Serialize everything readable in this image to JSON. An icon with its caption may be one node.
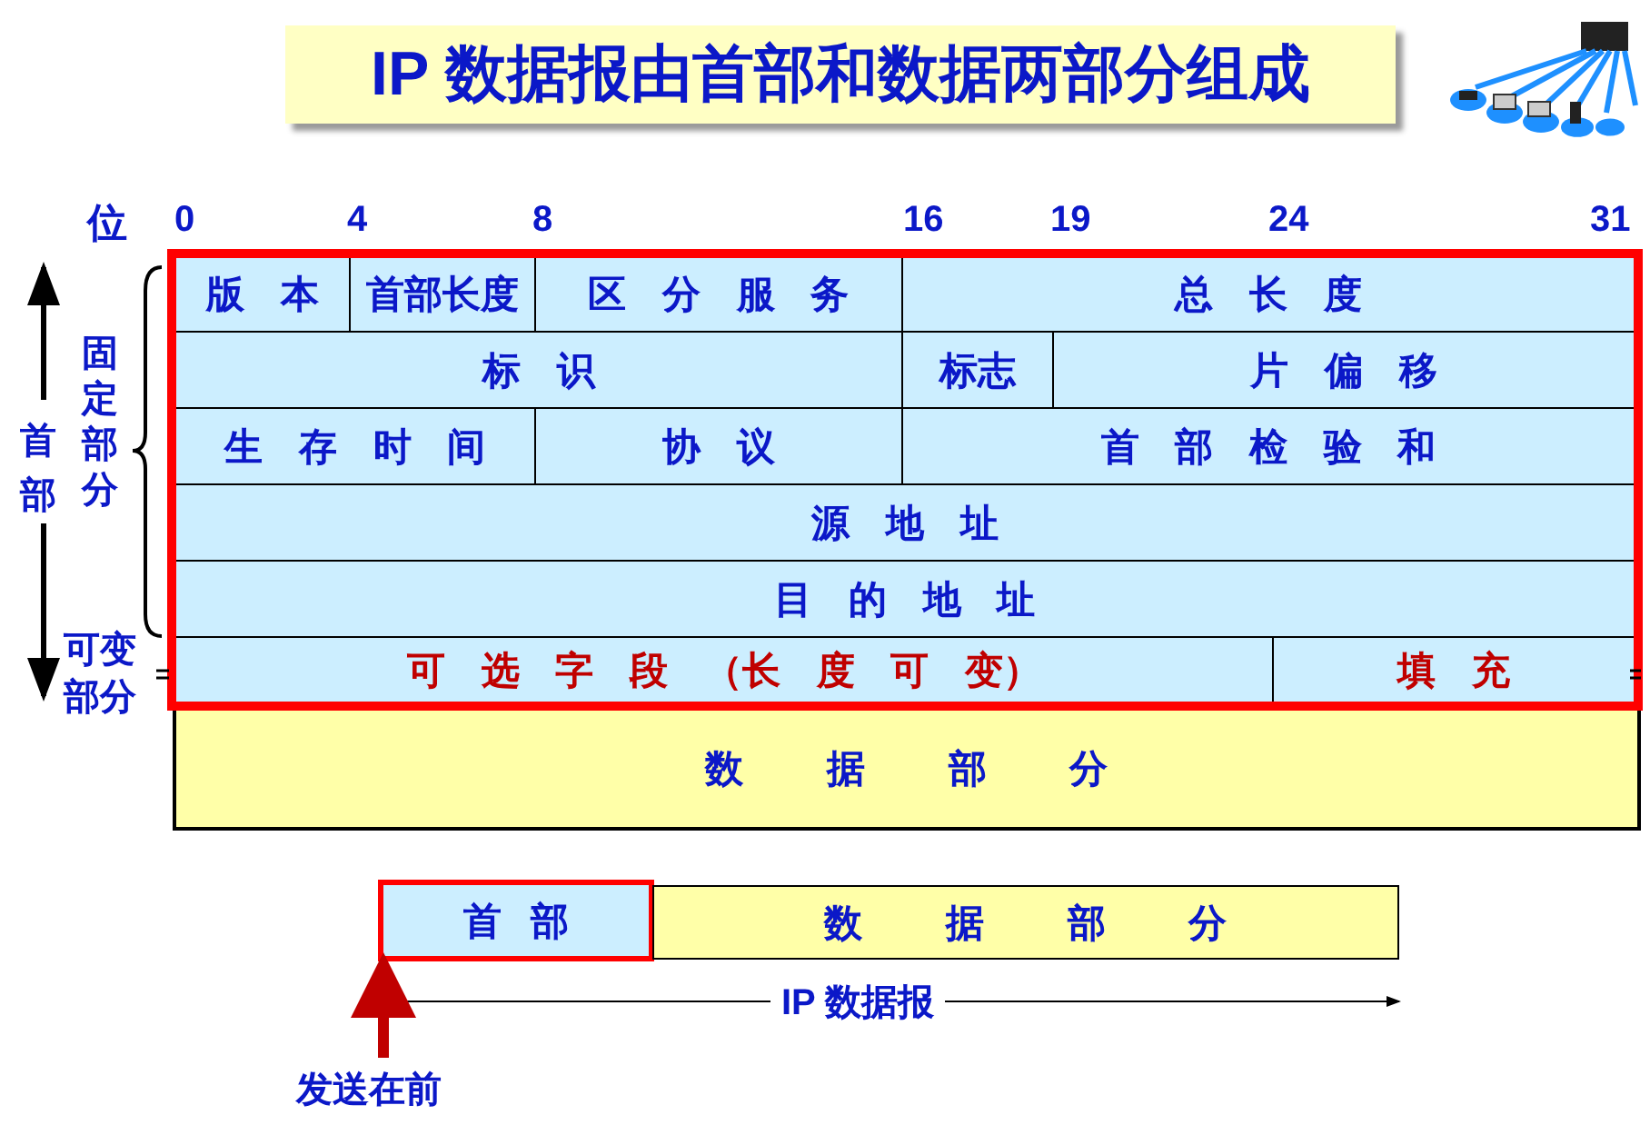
{
  "diagram": {
    "title": "IP 数据报由首部和数据两部分组成",
    "nodes": [
      {
        "text": [],
        "shape": "box"
      },
      {
        "text": [
          "版 本"
        ],
        "in": 0
      },
      {
        "text": [
          "首部长度"
        ],
        "in": 0
      },
      {
        "text": [
          "区 分 服 务"
        ],
        "in": 0
      },
      {
        "text": [
          "总 长 度"
        ],
        "in": 0
      },
      {
        "text": [
          "标 识"
        ],
        "in": 0
      },
      {
        "text": [
          "标志"
        ],
        "in": 0
      },
      {
        "text": [
          "片 偏 移"
        ],
        "in": 0
      },
      {
        "text": [
          "生 存 时 间"
        ],
        "in": 0
      },
      {
        "text": [
          "协 议"
        ],
        "in": 0
      },
      {
        "text": [
          "首 部 检 验 和"
        ],
        "in": 0
      },
      {
        "text": [
          "源 地 址"
        ],
        "in": 0
      },
      {
        "text": [
          "目 的 地 址"
        ],
        "in": 0
      },
      {
        "text": [
          "可 选 字 段 （长 度 可 变）"
        ],
        "in": 0
      },
      {
        "text": [
          "填 充"
        ],
        "in": 0
      },
      {
        "text": [
          "数 据 部 分"
        ]
      },
      {
        "text": [
          "首 部"
        ]
      },
      {
        "text": [
          "数 据 部 分"
        ]
      },
      {
        "text": [
          "发送在前"
        ]
      }
    ],
    "edges": [
      {
        "from": 18,
        "to": 16,
        "arrow": "to",
        "color": "#c00000"
      }
    ],
    "labels": [
      "位",
      "0",
      "4",
      "8",
      "16",
      "19",
      "24",
      "31",
      "首部",
      "固定部分",
      "可变部分",
      "IP 数据报"
    ]
  }
}
